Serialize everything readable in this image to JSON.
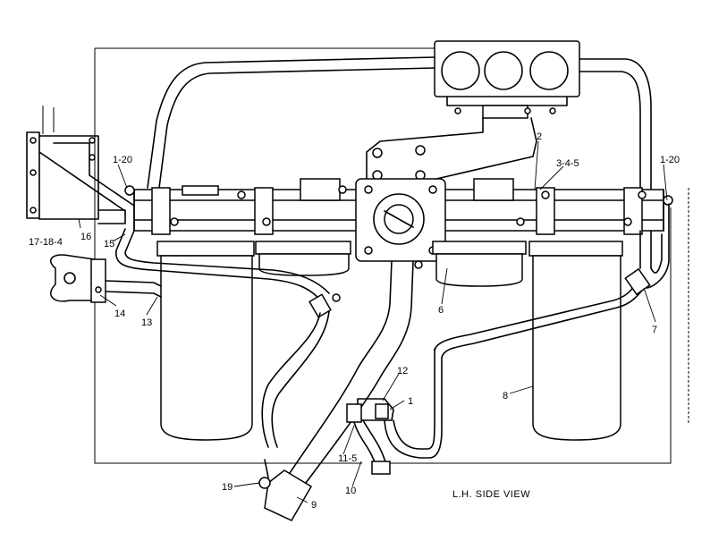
{
  "view_title": "L.H. SIDE VIEW",
  "callouts": [
    {
      "id": "c-1-20-left",
      "text": "1-20"
    },
    {
      "id": "c-16",
      "text": "16"
    },
    {
      "id": "c-17-18-4",
      "text": "17-18-4"
    },
    {
      "id": "c-15",
      "text": "15"
    },
    {
      "id": "c-14",
      "text": "14"
    },
    {
      "id": "c-13",
      "text": "13"
    },
    {
      "id": "c-2",
      "text": "2"
    },
    {
      "id": "c-3-4-5",
      "text": "3-4-5"
    },
    {
      "id": "c-1-20-right",
      "text": "1-20"
    },
    {
      "id": "c-6",
      "text": "6"
    },
    {
      "id": "c-7",
      "text": "7"
    },
    {
      "id": "c-8",
      "text": "8"
    },
    {
      "id": "c-12",
      "text": "12"
    },
    {
      "id": "c-1",
      "text": "1"
    },
    {
      "id": "c-11-5",
      "text": "11-5"
    },
    {
      "id": "c-10",
      "text": "10"
    },
    {
      "id": "c-19",
      "text": "19"
    },
    {
      "id": "c-9",
      "text": "9"
    }
  ]
}
